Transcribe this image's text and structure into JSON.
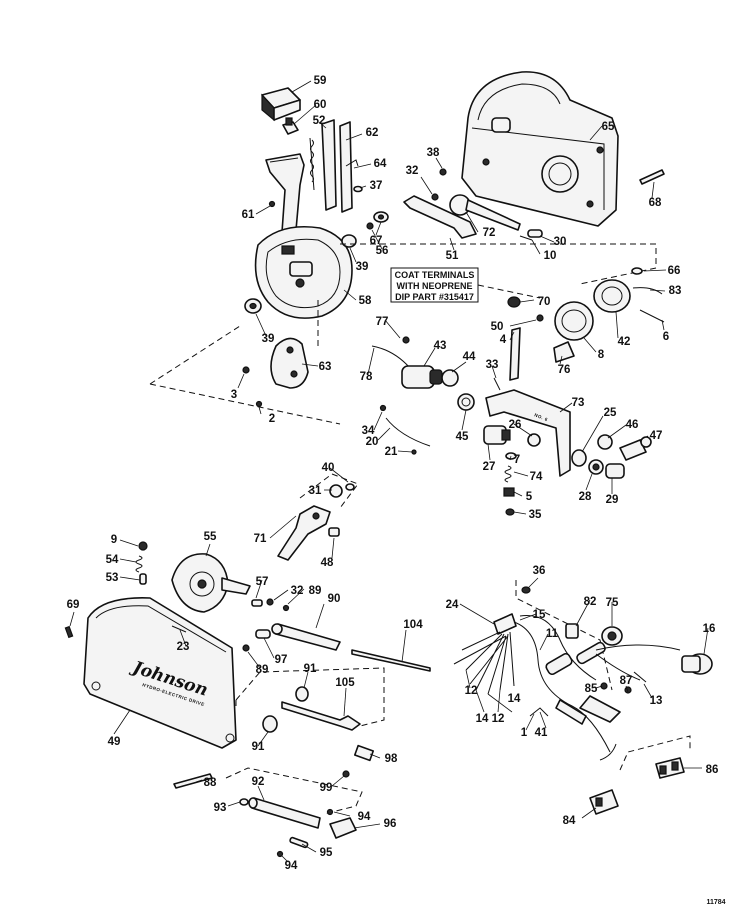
{
  "callout": {
    "line1": "COAT TERMINALS",
    "line2": "WITH NEOPRENE",
    "line3": "DIP PART #315417"
  },
  "cover": {
    "brand": "Johnson",
    "subtitle": "HYDRO-ELECTRIC DRIVE"
  },
  "bracket_tag": "NO. 6",
  "figure_number": "11784",
  "part_labels": [
    {
      "id": "59",
      "text": "59"
    },
    {
      "id": "60",
      "text": "60"
    },
    {
      "id": "52",
      "text": "52"
    },
    {
      "id": "62",
      "text": "62"
    },
    {
      "id": "64",
      "text": "64"
    },
    {
      "id": "37",
      "text": "37"
    },
    {
      "id": "61",
      "text": "61"
    },
    {
      "id": "67",
      "text": "67"
    },
    {
      "id": "56",
      "text": "56"
    },
    {
      "id": "39a",
      "text": "39"
    },
    {
      "id": "58",
      "text": "58"
    },
    {
      "id": "39b",
      "text": "39"
    },
    {
      "id": "63",
      "text": "63"
    },
    {
      "id": "3",
      "text": "3"
    },
    {
      "id": "2",
      "text": "2"
    },
    {
      "id": "65",
      "text": "65"
    },
    {
      "id": "38",
      "text": "38"
    },
    {
      "id": "32a",
      "text": "32"
    },
    {
      "id": "68",
      "text": "68"
    },
    {
      "id": "72",
      "text": "72"
    },
    {
      "id": "51",
      "text": "51"
    },
    {
      "id": "30",
      "text": "30"
    },
    {
      "id": "10",
      "text": "10"
    },
    {
      "id": "66",
      "text": "66"
    },
    {
      "id": "83",
      "text": "83"
    },
    {
      "id": "70",
      "text": "70"
    },
    {
      "id": "50",
      "text": "50"
    },
    {
      "id": "4",
      "text": "4"
    },
    {
      "id": "42",
      "text": "42"
    },
    {
      "id": "6",
      "text": "6"
    },
    {
      "id": "8",
      "text": "8"
    },
    {
      "id": "76",
      "text": "76"
    },
    {
      "id": "77",
      "text": "77"
    },
    {
      "id": "43",
      "text": "43"
    },
    {
      "id": "44",
      "text": "44"
    },
    {
      "id": "33",
      "text": "33"
    },
    {
      "id": "78",
      "text": "78"
    },
    {
      "id": "73",
      "text": "73"
    },
    {
      "id": "45",
      "text": "45"
    },
    {
      "id": "34",
      "text": "34"
    },
    {
      "id": "20",
      "text": "20"
    },
    {
      "id": "21",
      "text": "21"
    },
    {
      "id": "26",
      "text": "26"
    },
    {
      "id": "25",
      "text": "25"
    },
    {
      "id": "46",
      "text": "46"
    },
    {
      "id": "47",
      "text": "47"
    },
    {
      "id": "27",
      "text": "27"
    },
    {
      "id": "7",
      "text": "7"
    },
    {
      "id": "74",
      "text": "74"
    },
    {
      "id": "28",
      "text": "28"
    },
    {
      "id": "29",
      "text": "29"
    },
    {
      "id": "5",
      "text": "5"
    },
    {
      "id": "35",
      "text": "35"
    },
    {
      "id": "40",
      "text": "40"
    },
    {
      "id": "31",
      "text": "31"
    },
    {
      "id": "71",
      "text": "71"
    },
    {
      "id": "48",
      "text": "48"
    },
    {
      "id": "9",
      "text": "9"
    },
    {
      "id": "54",
      "text": "54"
    },
    {
      "id": "55",
      "text": "55"
    },
    {
      "id": "53",
      "text": "53"
    },
    {
      "id": "57",
      "text": "57"
    },
    {
      "id": "32b",
      "text": "32"
    },
    {
      "id": "89a",
      "text": "89"
    },
    {
      "id": "90",
      "text": "90"
    },
    {
      "id": "69",
      "text": "69"
    },
    {
      "id": "23",
      "text": "23"
    },
    {
      "id": "104",
      "text": "104"
    },
    {
      "id": "89b",
      "text": "89"
    },
    {
      "id": "97",
      "text": "97"
    },
    {
      "id": "91a",
      "text": "91"
    },
    {
      "id": "105",
      "text": "105"
    },
    {
      "id": "49",
      "text": "49"
    },
    {
      "id": "91b",
      "text": "91"
    },
    {
      "id": "98",
      "text": "98"
    },
    {
      "id": "88",
      "text": "88"
    },
    {
      "id": "99",
      "text": "99"
    },
    {
      "id": "92",
      "text": "92"
    },
    {
      "id": "93",
      "text": "93"
    },
    {
      "id": "94a",
      "text": "94"
    },
    {
      "id": "96",
      "text": "96"
    },
    {
      "id": "95",
      "text": "95"
    },
    {
      "id": "94b",
      "text": "94"
    },
    {
      "id": "36",
      "text": "36"
    },
    {
      "id": "24",
      "text": "24"
    },
    {
      "id": "15",
      "text": "15"
    },
    {
      "id": "82",
      "text": "82"
    },
    {
      "id": "75",
      "text": "75"
    },
    {
      "id": "16",
      "text": "16"
    },
    {
      "id": "11",
      "text": "11"
    },
    {
      "id": "12a",
      "text": "12"
    },
    {
      "id": "14a",
      "text": "14"
    },
    {
      "id": "85",
      "text": "85"
    },
    {
      "id": "87",
      "text": "87"
    },
    {
      "id": "13",
      "text": "13"
    },
    {
      "id": "14b",
      "text": "14"
    },
    {
      "id": "12b",
      "text": "12"
    },
    {
      "id": "1",
      "text": "1"
    },
    {
      "id": "41",
      "text": "41"
    },
    {
      "id": "86",
      "text": "86"
    },
    {
      "id": "84",
      "text": "84"
    }
  ]
}
